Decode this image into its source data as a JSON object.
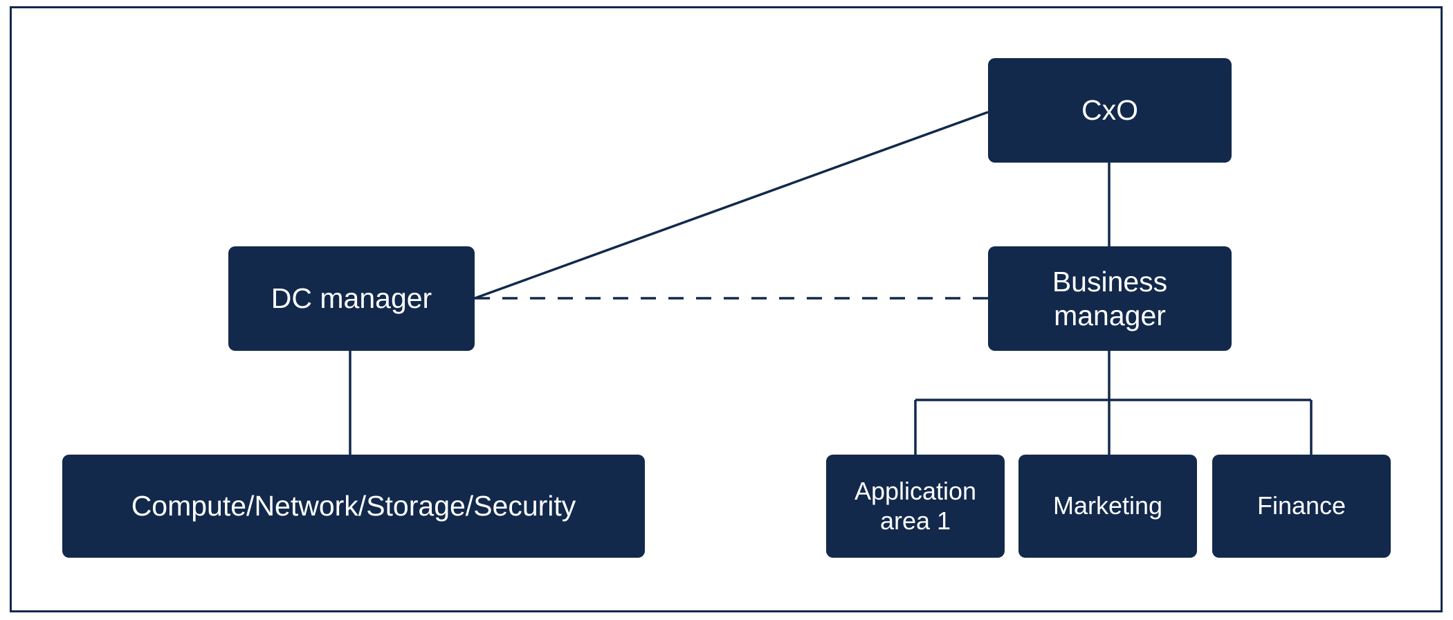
{
  "diagram": {
    "type": "organization-chart",
    "title": "",
    "frame": {
      "border_color": "#12294c",
      "background_color": "#ffffff"
    },
    "palette": {
      "node_fill": "#12294c",
      "node_text": "#ffffff",
      "connector": "#12294c"
    },
    "nodes": [
      {
        "id": "cxo",
        "label": "CxO",
        "level": 0
      },
      {
        "id": "dc-manager",
        "label": "DC manager",
        "level": 1
      },
      {
        "id": "business-manager",
        "label": "Business\nmanager",
        "level": 1
      },
      {
        "id": "infrastructure",
        "label": "Compute/Network/Storage/Security",
        "level": 2
      },
      {
        "id": "application-area-1",
        "label": "Application\narea 1",
        "level": 2
      },
      {
        "id": "marketing",
        "label": "Marketing",
        "level": 2
      },
      {
        "id": "finance",
        "label": "Finance",
        "level": 2
      }
    ],
    "edges": [
      {
        "from": "cxo",
        "to": "dc-manager",
        "style": "solid-diagonal"
      },
      {
        "from": "cxo",
        "to": "business-manager",
        "style": "solid-vertical"
      },
      {
        "from": "dc-manager",
        "to": "business-manager",
        "style": "dashed-horizontal"
      },
      {
        "from": "dc-manager",
        "to": "infrastructure",
        "style": "solid-vertical"
      },
      {
        "from": "business-manager",
        "to": "application-area-1",
        "style": "solid-elbow"
      },
      {
        "from": "business-manager",
        "to": "marketing",
        "style": "solid-vertical"
      },
      {
        "from": "business-manager",
        "to": "finance",
        "style": "solid-elbow"
      }
    ]
  }
}
